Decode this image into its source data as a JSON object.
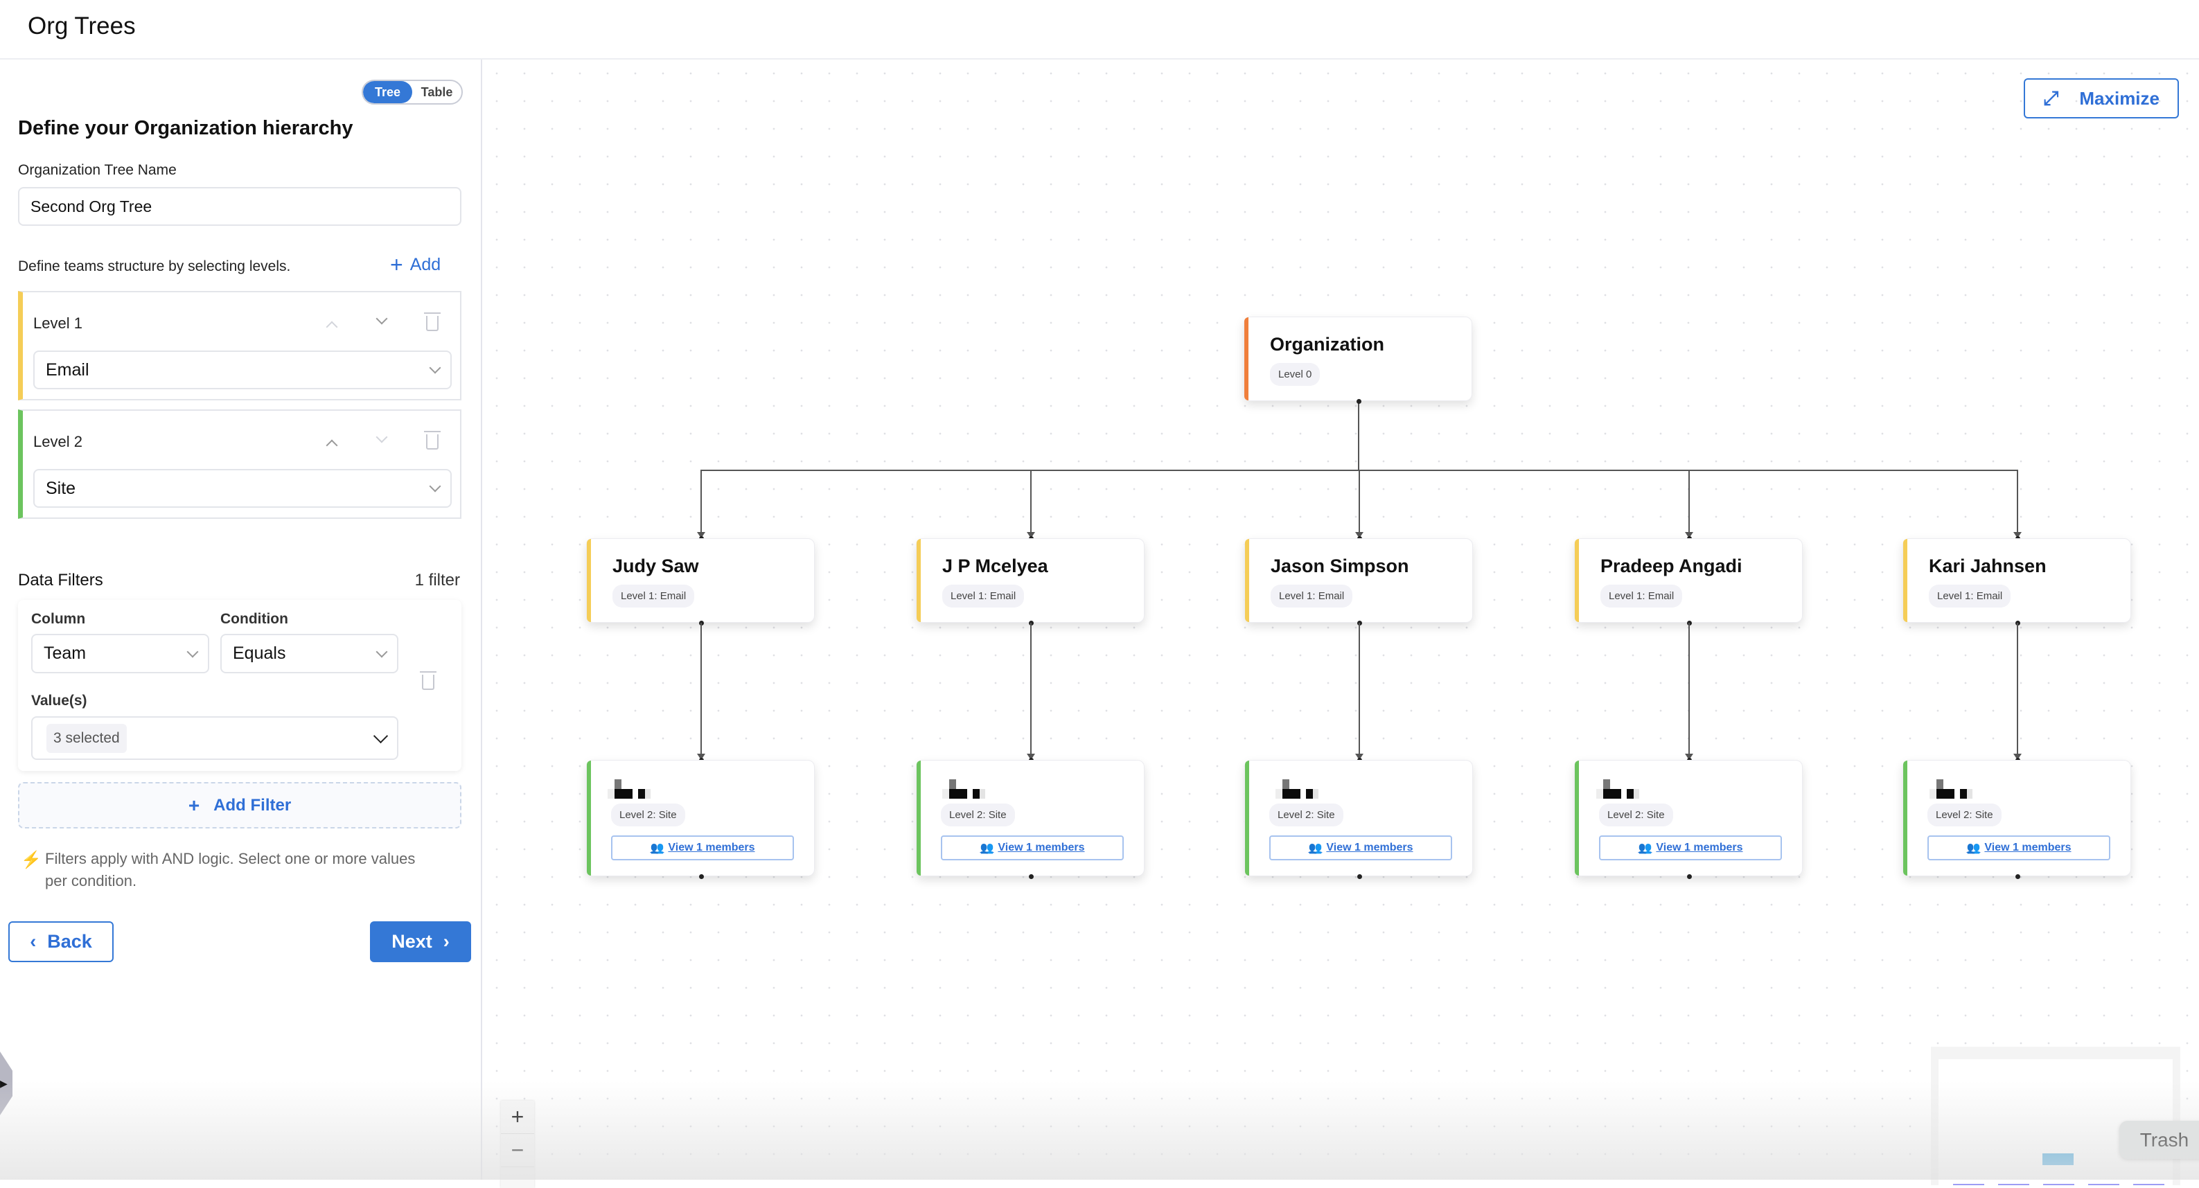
{
  "header": {
    "title": "Org Trees"
  },
  "sidebar": {
    "view_toggle": {
      "options": [
        "Tree",
        "Table"
      ],
      "selected": "Tree"
    },
    "heading": "Define your Organization hierarchy",
    "tree_name_label": "Organization Tree Name",
    "tree_name_value": "Second Org Tree",
    "levels_hint": "Define teams structure by selecting levels.",
    "add_label": "Add",
    "levels": [
      {
        "label": "Level 1",
        "value": "Email",
        "color": "#f5cd57"
      },
      {
        "label": "Level 2",
        "value": "Site",
        "color": "#6cc45e"
      }
    ],
    "filters": {
      "title": "Data Filters",
      "count": "1 filter",
      "column_label": "Column",
      "column_value": "Team",
      "condition_label": "Condition",
      "condition_value": "Equals",
      "values_label": "Value(s)",
      "values_value": "3 selected",
      "add_filter": "Add Filter",
      "info": "Filters apply with AND logic. Select one or more values per condition."
    },
    "back_label": "Back",
    "next_label": "Next"
  },
  "canvas": {
    "maximize_label": "Maximize",
    "root": {
      "title": "Organization",
      "badge": "Level 0",
      "color": "#f07f3c"
    },
    "level1": [
      {
        "title": "Judy Saw",
        "badge": "Level 1: Email"
      },
      {
        "title": "J P Mcelyea",
        "badge": "Level 1: Email"
      },
      {
        "title": "Jason Simpson",
        "badge": "Level 1: Email"
      },
      {
        "title": "Pradeep Angadi",
        "badge": "Level 1: Email"
      },
      {
        "title": "Kari Jahnsen",
        "badge": "Level 1: Email"
      }
    ],
    "level2": [
      {
        "badge": "Level 2: Site",
        "members": "View 1 members"
      },
      {
        "badge": "Level 2: Site",
        "members": "View 1 members"
      },
      {
        "badge": "Level 2: Site",
        "members": "View 1 members"
      },
      {
        "badge": "Level 2: Site",
        "members": "View 1 members"
      },
      {
        "badge": "Level 2: Site",
        "members": "View 1 members"
      }
    ],
    "zoom_controls": [
      "+",
      "−"
    ],
    "tooltip": "Trash",
    "colors": {
      "level1": "#f5cd57",
      "level2": "#6cc45e",
      "accent": "#3478d6",
      "minimap_root": "#4aa9dd",
      "minimap_l1": "#9d9df5",
      "minimap_l2": "#a6d39a"
    }
  }
}
